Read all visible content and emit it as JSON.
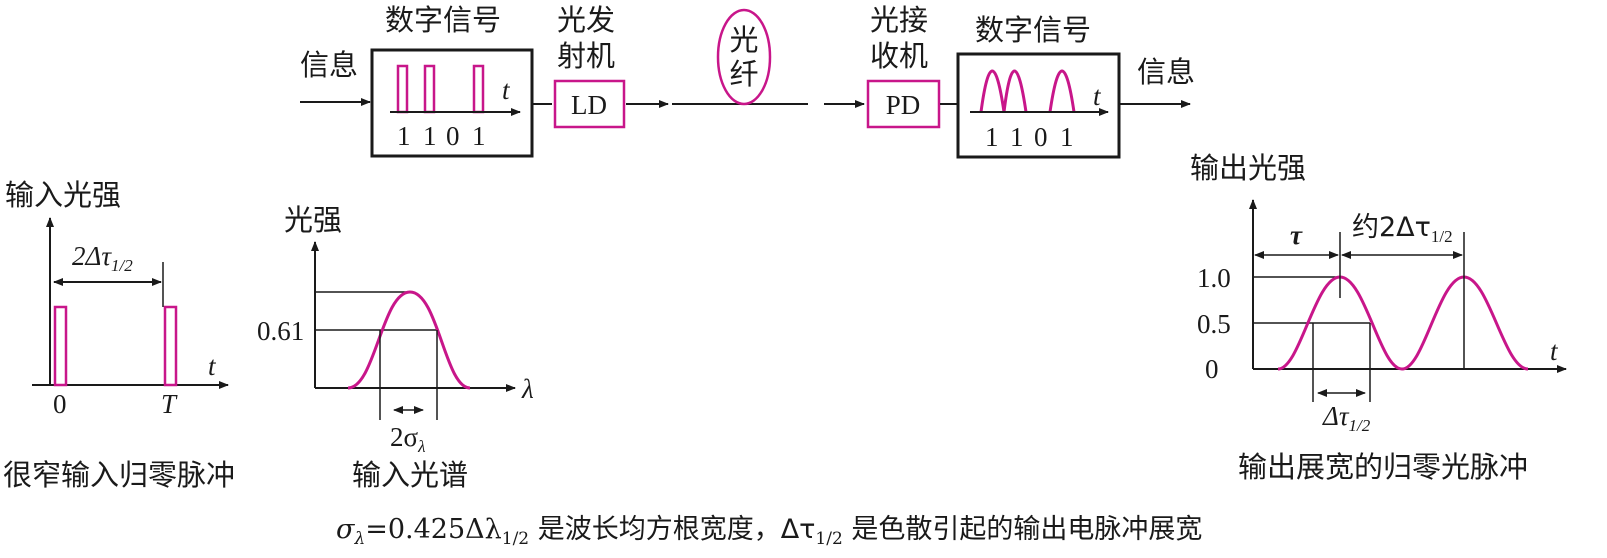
{
  "colors": {
    "accent": "#c8168a",
    "ink": "#1a1a1a"
  },
  "top": {
    "info_in": "信息",
    "info_out": "信息",
    "digital_signal_left": "数字信号",
    "digital_signal_right": "数字信号",
    "transmitter_line1": "光发",
    "transmitter_line2": "射机",
    "fiber_line1": "光",
    "fiber_line2": "纤",
    "receiver_line1": "光接",
    "receiver_line2": "收机",
    "ld": "LD",
    "pd": "PD",
    "t": "t",
    "bits": [
      "1",
      "1",
      "0",
      "1"
    ]
  },
  "left": {
    "ylabel": "输入光强",
    "width_label": "2Δτ",
    "width_sub": "1/2",
    "tick0": "0",
    "tickT": "T",
    "t": "t",
    "caption": "很窄输入归零脉冲"
  },
  "middle": {
    "ylabel": "光强",
    "level": "0.61",
    "xlabel": "λ",
    "width_label": "2σ",
    "width_sub": "λ",
    "caption": "输入光谱"
  },
  "right": {
    "ylabel": "输出光强",
    "tau": "τ",
    "spacing_label": "约2Δτ",
    "spacing_sub": "1/2",
    "y_ticks": [
      "1.0",
      "0.5",
      "0"
    ],
    "t": "t",
    "width_label": "Δτ",
    "width_sub": "1/2",
    "caption": "输出展宽的归零光脉冲"
  },
  "footer": {
    "sigma": "σ",
    "sigma_sub": "λ",
    "eq_part": "=0.425Δλ",
    "eq_sub": "1/2",
    "text1": " 是波长均方根宽度，Δτ",
    "tau_sub": "1/2",
    "text2": " 是色散引起的输出电脉冲展宽"
  }
}
